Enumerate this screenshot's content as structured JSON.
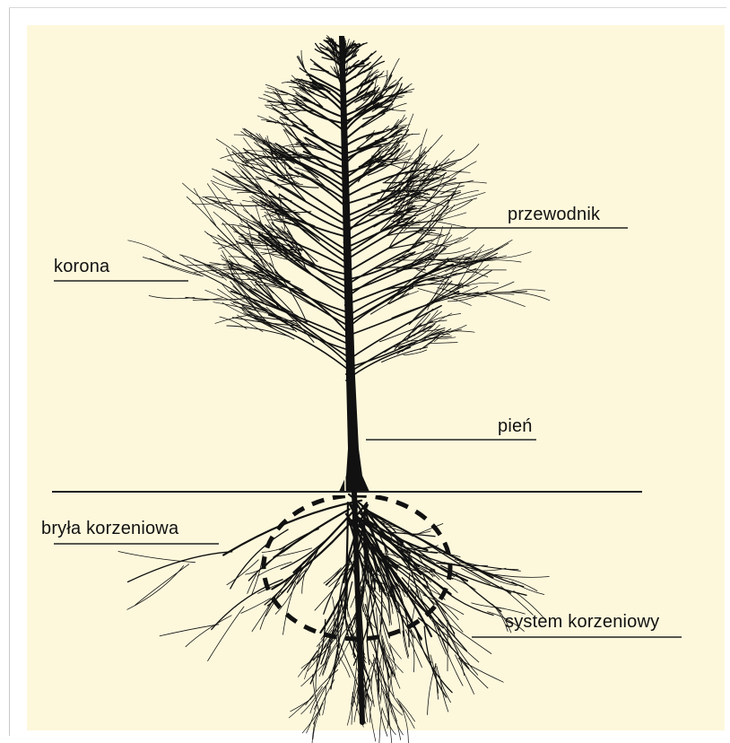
{
  "labels": {
    "korona": "korona",
    "przewodnik": "przewodnik",
    "pien": "pień",
    "bryla": "bryła korzeniowa",
    "system": "system korzeniowy"
  },
  "colors": {
    "background": "#fdf8dc",
    "ink": "#111111"
  }
}
